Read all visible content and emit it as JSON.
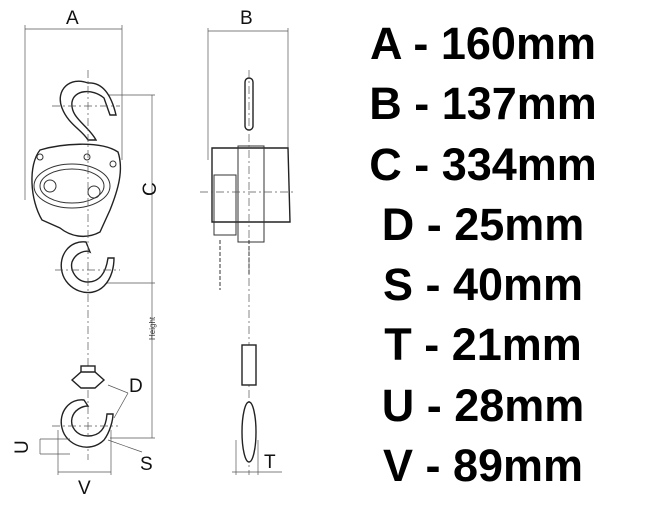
{
  "diagram": {
    "labels": {
      "A": "A",
      "B": "B",
      "C": "C",
      "D": "D",
      "S": "S",
      "T": "T",
      "U": "U",
      "V": "V",
      "height": "Height"
    }
  },
  "dimensions": [
    {
      "letter": "A",
      "sep": " - ",
      "value": "160mm"
    },
    {
      "letter": "B",
      "sep": " - ",
      "value": "137mm"
    },
    {
      "letter": "C",
      "sep": " - ",
      "value": "334mm"
    },
    {
      "letter": "D",
      "sep": " - ",
      "value": "25mm"
    },
    {
      "letter": "S",
      "sep": " - ",
      "value": "40mm"
    },
    {
      "letter": "T",
      "sep": " - ",
      "value": "21mm"
    },
    {
      "letter": "U",
      "sep": " - ",
      "value": "28mm"
    },
    {
      "letter": "V",
      "sep": " - ",
      "value": "89mm"
    }
  ]
}
